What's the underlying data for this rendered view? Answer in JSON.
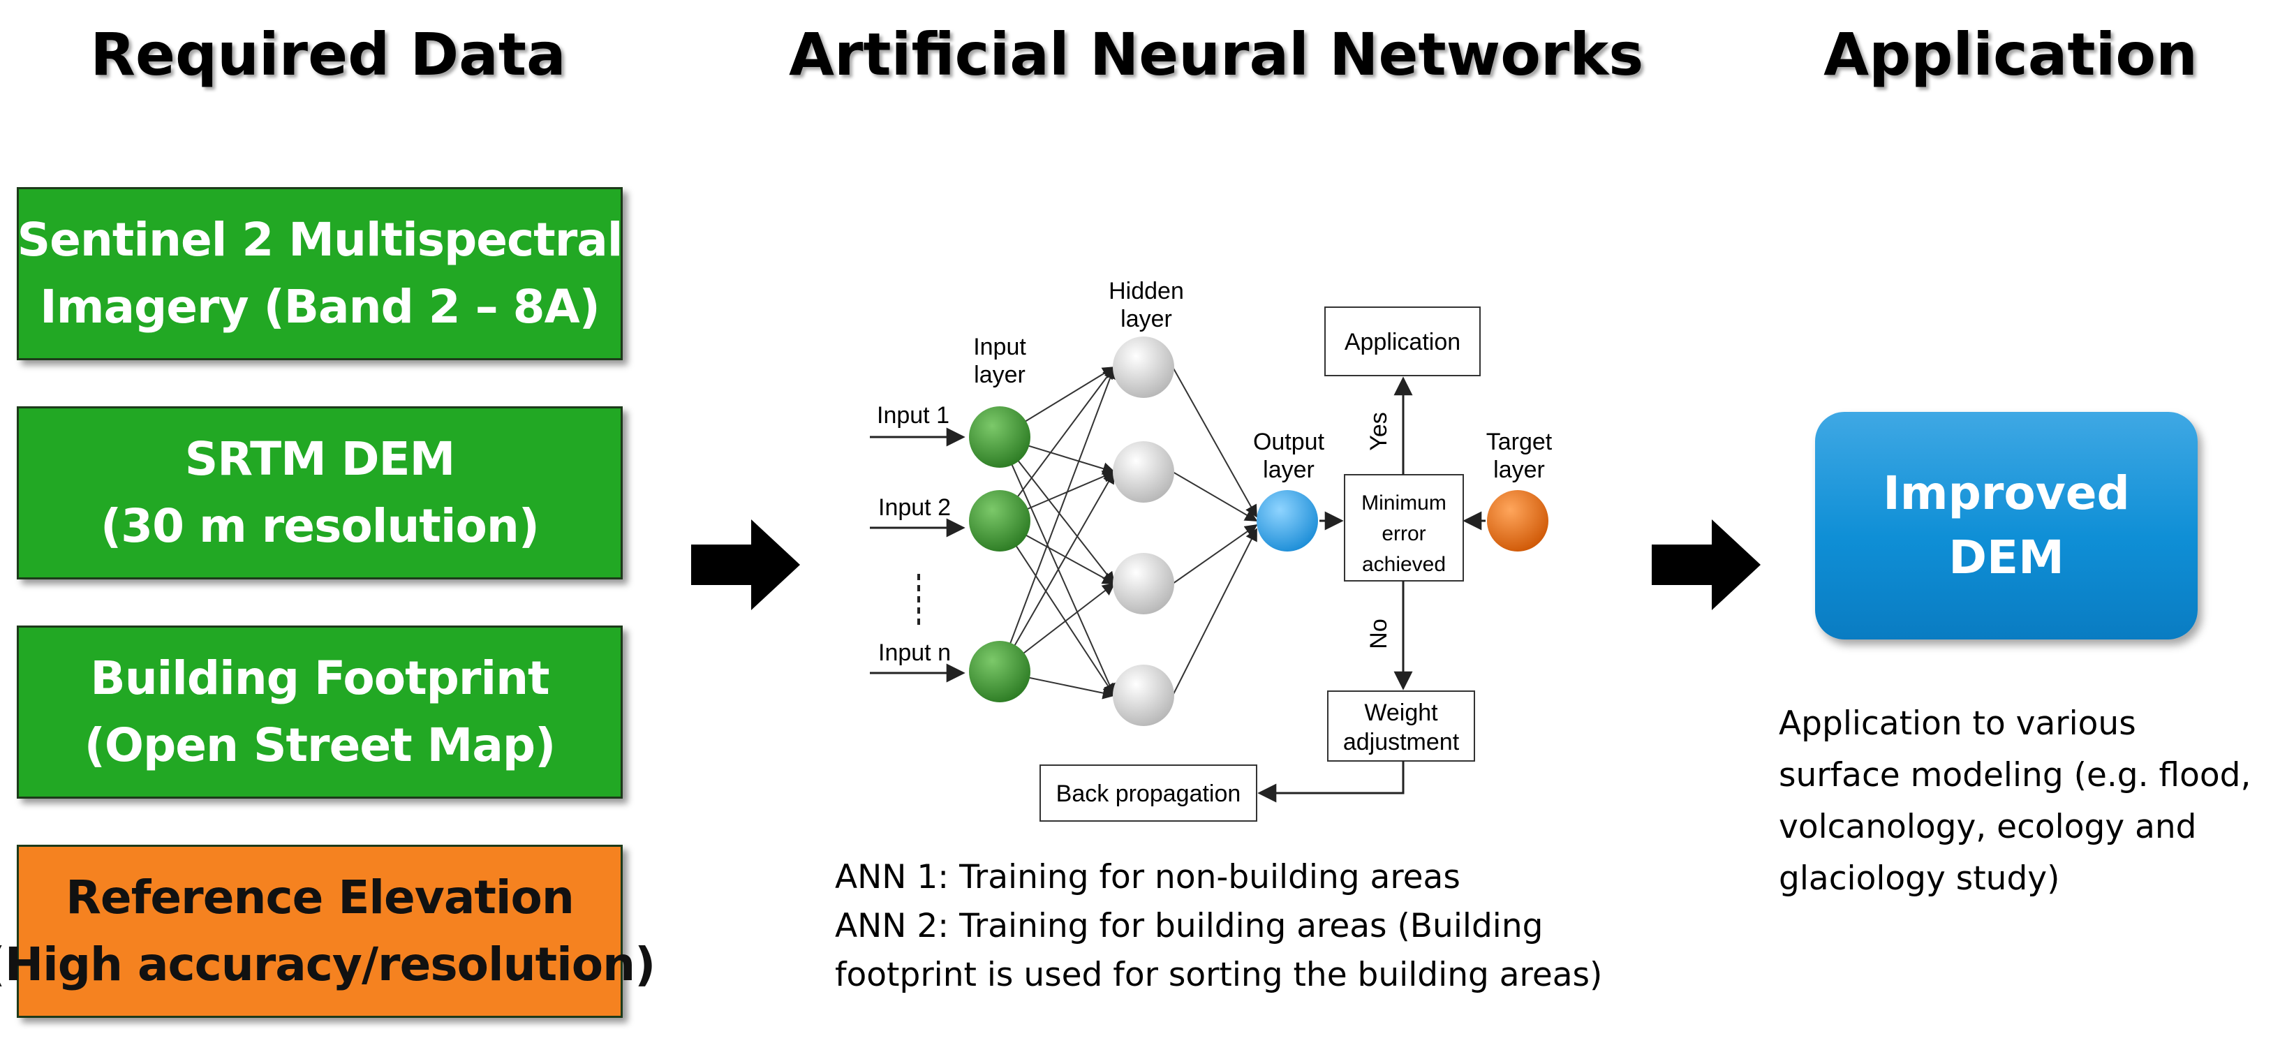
{
  "headings": {
    "required_data": "Required Data",
    "ann": "Artificial Neural Networks",
    "application": "Application"
  },
  "data_boxes": [
    {
      "line1": "Sentinel 2 Multispectral",
      "line2": "Imagery (Band 2 – 8A)",
      "color": "#22a824"
    },
    {
      "line1": "SRTM DEM",
      "line2": "(30 m resolution)",
      "color": "#22a824"
    },
    {
      "line1": "Building Footprint",
      "line2": "(Open Street Map)",
      "color": "#22a824"
    },
    {
      "line1": "Reference Elevation",
      "line2": "(High accuracy/resolution)",
      "color": "#f58220"
    }
  ],
  "network": {
    "hidden_layer": [
      "Hidden",
      "layer"
    ],
    "input_layer": [
      "Input",
      "layer"
    ],
    "output_layer": [
      "Output",
      "layer"
    ],
    "target_layer": [
      "Target",
      "layer"
    ],
    "inputs": [
      "Input 1",
      "Input 2",
      "Input n"
    ],
    "application_box": "Application",
    "min_error": [
      "Minimum",
      "error",
      "achieved"
    ],
    "yes": "Yes",
    "no": "No",
    "weight_adjustment": [
      "Weight",
      "adjustment"
    ],
    "back_propagation": "Back propagation",
    "colors": {
      "input_node": "#3a8f2e",
      "hidden_node": "#d4d4d4",
      "output_node": "#2f9fe0",
      "target_node": "#e06a10"
    }
  },
  "notes": [
    "ANN 1: Training for non-building areas",
    "ANN 2: Training for building areas (Building",
    "footprint is used for sorting the building areas)"
  ],
  "result": {
    "line1": "Improved",
    "line2": "DEM",
    "color": "#0f8fd6"
  },
  "application_desc": [
    "Application to various",
    "surface modeling (e.g. flood,",
    "volcanology, ecology and",
    "glaciology study)"
  ]
}
